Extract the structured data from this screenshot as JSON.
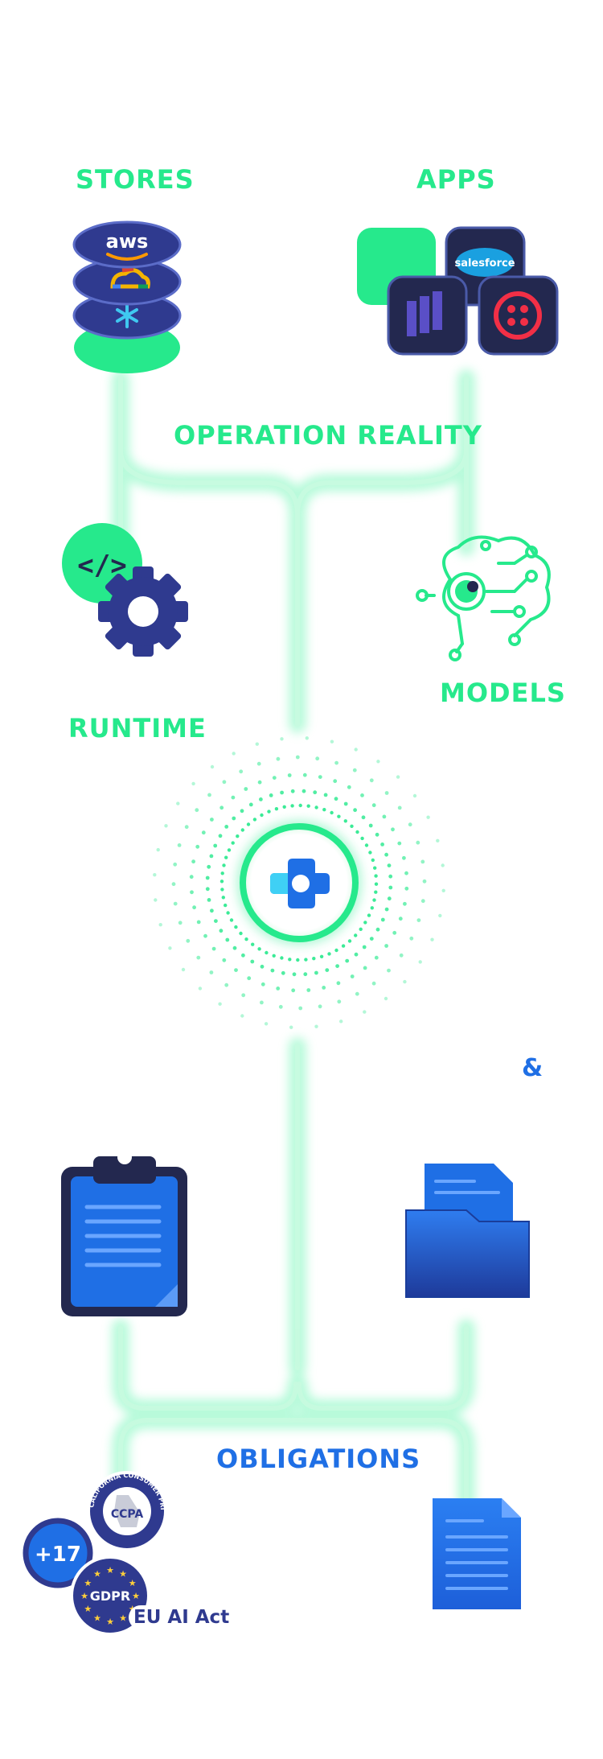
{
  "labels": {
    "stores": "STORES",
    "apps": "APPS",
    "operation_reality": "OPERATION REALITY",
    "runtime": "RUNTIME",
    "models": "MODELS",
    "ampersand": "&",
    "obligations": "OBLIGATIONS"
  },
  "stores": {
    "aws": "aws"
  },
  "apps": {
    "salesforce": "salesforce"
  },
  "badges": {
    "plus_count": "+17",
    "gdpr": "GDPR",
    "ccpa": "CCPA",
    "ccpa_ring": "CALIFORNIA CONSUMER PRIVACY ACT",
    "eu_ai_act": "EU AI Act"
  },
  "colors": {
    "green": "#26e98c",
    "blue": "#1f6fe5",
    "navy": "#2f3a8f",
    "dark": "#23284f"
  },
  "icons": [
    "database-stack-icon",
    "app-tiles-icon",
    "code-gear-icon",
    "brain-circuit-icon",
    "hub-logo-icon",
    "clipboard-icon",
    "folder-icon",
    "document-icon"
  ]
}
